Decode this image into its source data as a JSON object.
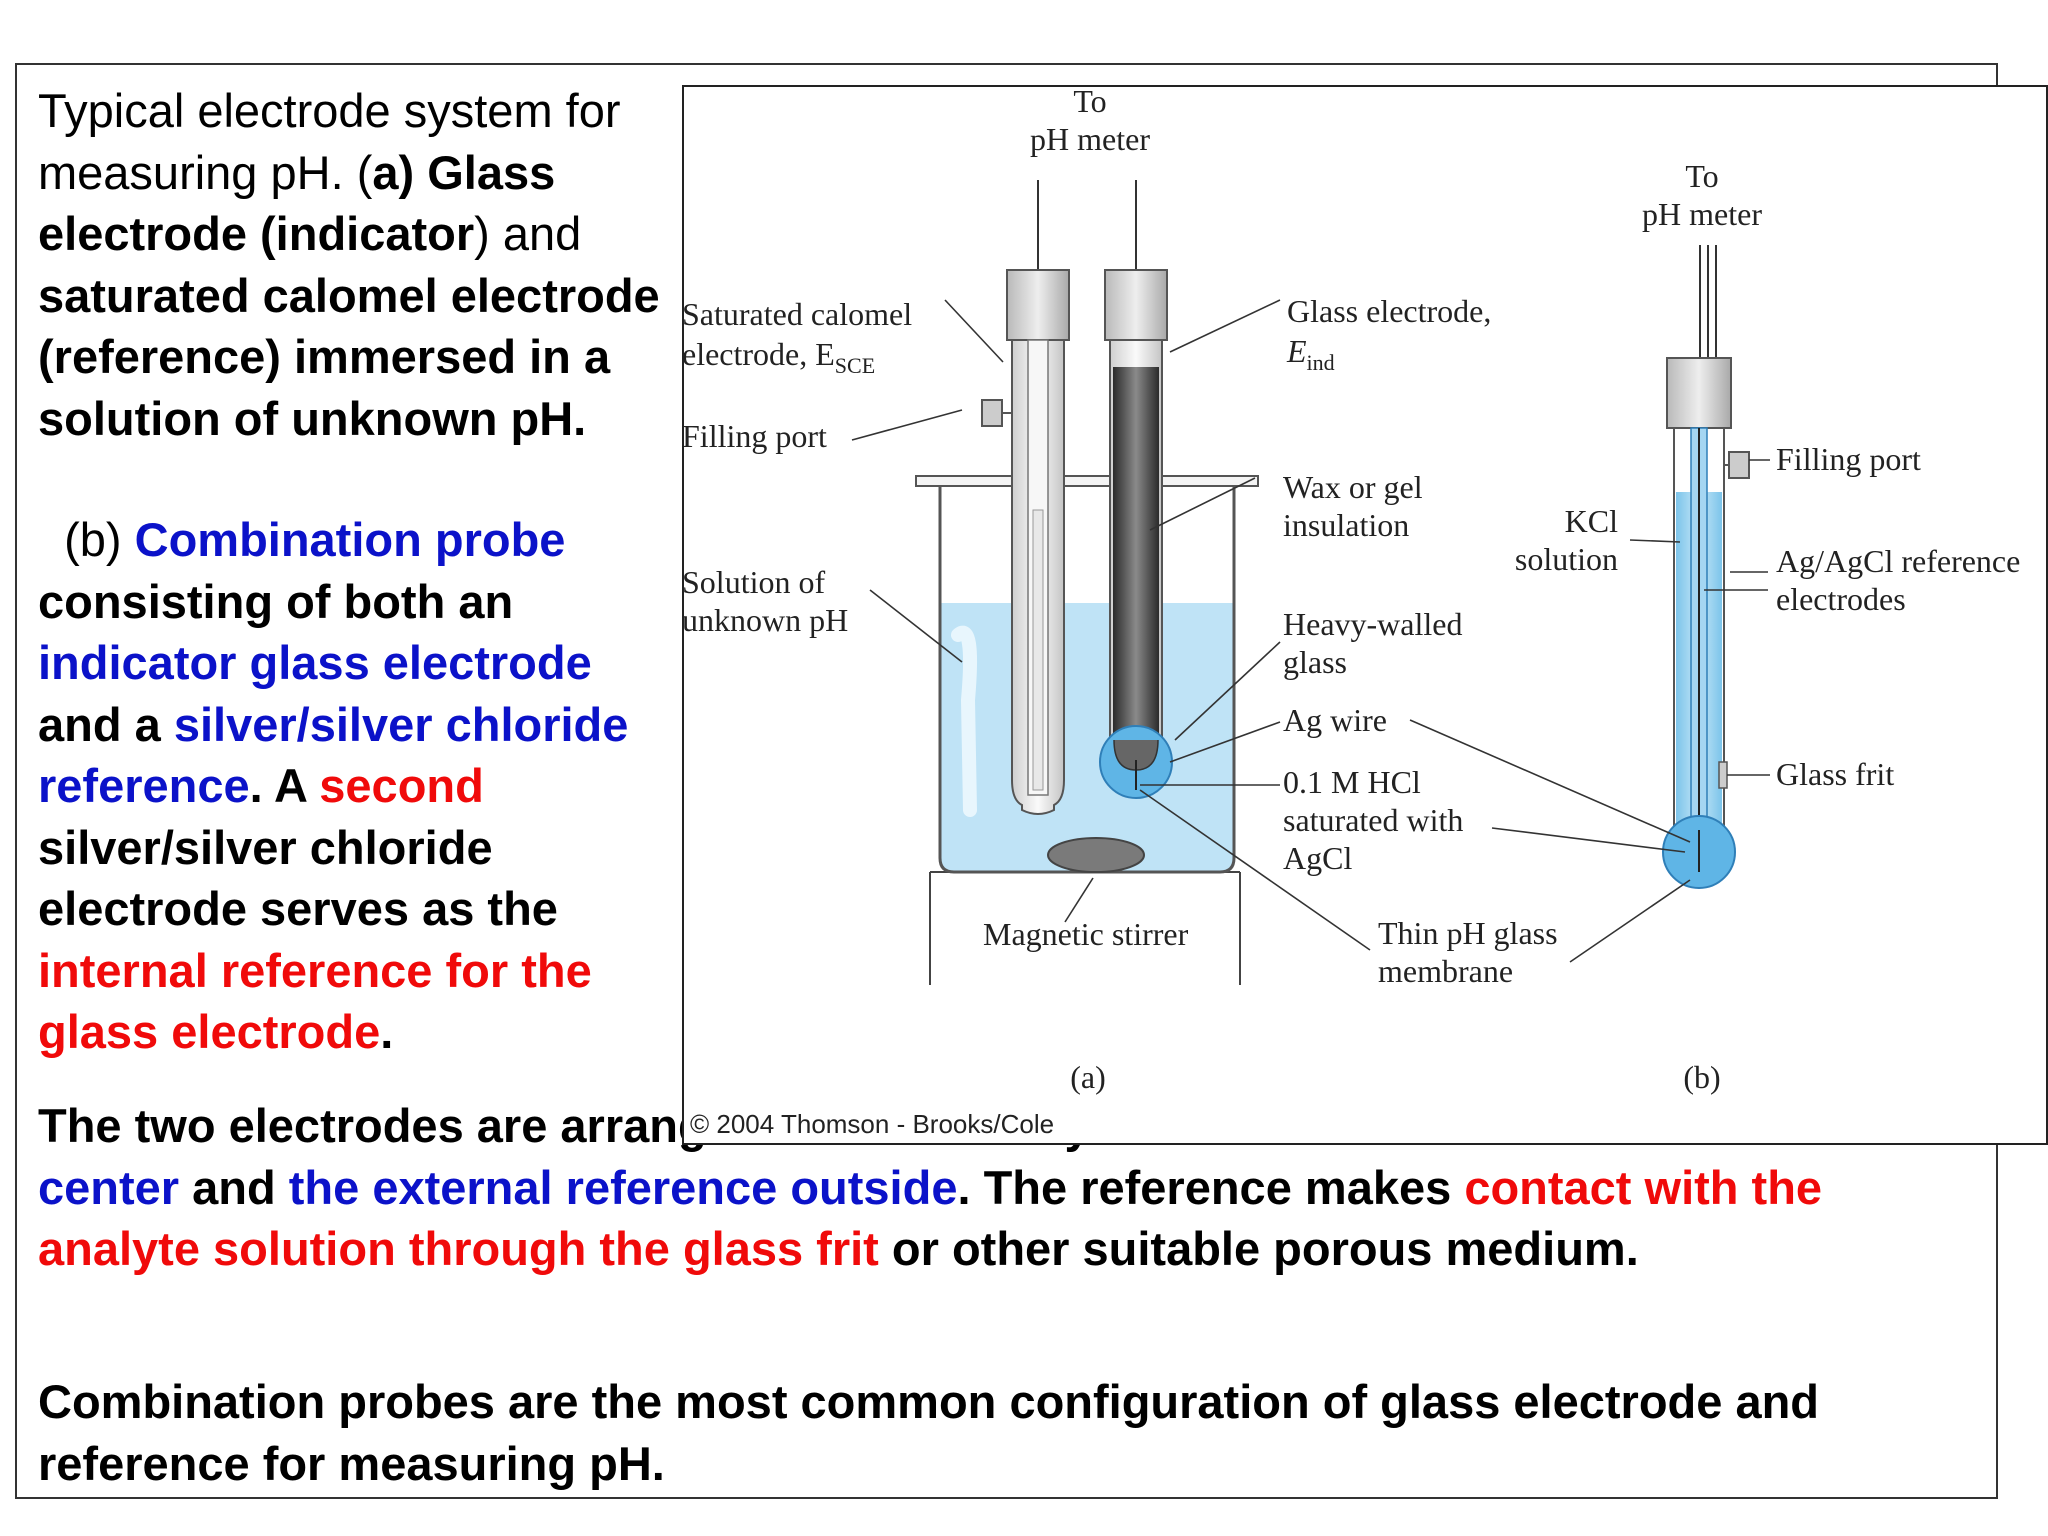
{
  "caption": {
    "intro_1": "Typical electrode system for measuring pH. (",
    "intro_a": "a) Glass electrode (indicator",
    "intro_2": ") and ",
    "intro_b": "saturated calomel electrode (reference) immersed in a solution of unknown pH.",
    "b_prefix": "(b) ",
    "b_title": "Combination probe",
    "b_cons": " consisting of both an ",
    "b_ind": "indicator glass electrode",
    "b_and": " and a ",
    "b_ref": "silver/silver chloride reference",
    "b_dot": ". A ",
    "b_second": "second",
    "b_rest": " silver/silver chloride electrode serves as the ",
    "b_internal": "internal reference for the glass electrode",
    "b_end": "."
  },
  "paragraph2": {
    "p1": "The two electrodes are arranged  concentrically with the  ",
    "p2": "internal reference in the center",
    "p3": " and ",
    "p4": "the external reference outside",
    "p5": ". The reference makes ",
    "p6": "contact with the analyte solution through the glass frit",
    "p7": " or other suitable porous medium."
  },
  "paragraph3": "Combination probes are the most common configuration of glass electrode and reference for measuring pH.",
  "figure": {
    "to_a": "To",
    "phmeter_a": "pH meter",
    "to_b": "To",
    "phmeter_b": "pH meter",
    "sce_1": "Saturated calomel",
    "sce_2": "electrode, E",
    "sce_sub": "SCE",
    "filling_a": "Filling port",
    "solution_1": "Solution of",
    "solution_2": "unknown pH",
    "glass_1": "Glass electrode,",
    "glass_2": "E",
    "glass_sub": "ind",
    "wax_1": "Wax or gel",
    "wax_2": "insulation",
    "heavy_1": "Heavy-walled",
    "heavy_2": "glass",
    "ag_wire": "Ag wire",
    "hcl_1": "0.1 M HCl",
    "hcl_2": "saturated with",
    "hcl_3": "AgCl",
    "thin_1": "Thin pH glass",
    "thin_2": "membrane",
    "stirrer": "Magnetic stirrer",
    "kcl_1": "KCl",
    "kcl_2": "solution",
    "filling_b": "Filling port",
    "agagcl_1": "Ag/AgCl reference",
    "agagcl_2": "electrodes",
    "frit": "Glass frit",
    "label_a": "(a)",
    "label_b": "(b)",
    "copyright": "© 2004 Thomson - Brooks/Cole"
  },
  "colors": {
    "blue_text": "#0b12c9",
    "red_text": "#f00a0a",
    "solution": "#bfe3f6",
    "bulb": "#5fb5e6",
    "cap": "#c8c8c8"
  }
}
